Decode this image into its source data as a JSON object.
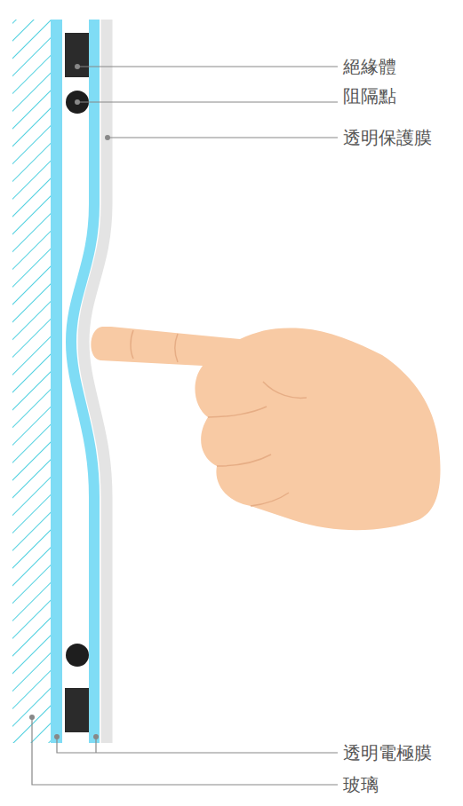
{
  "diagram": {
    "labels": [
      "絕緣體",
      "阻隔點",
      "透明保護膜",
      "透明電極膜",
      "玻璃"
    ]
  }
}
